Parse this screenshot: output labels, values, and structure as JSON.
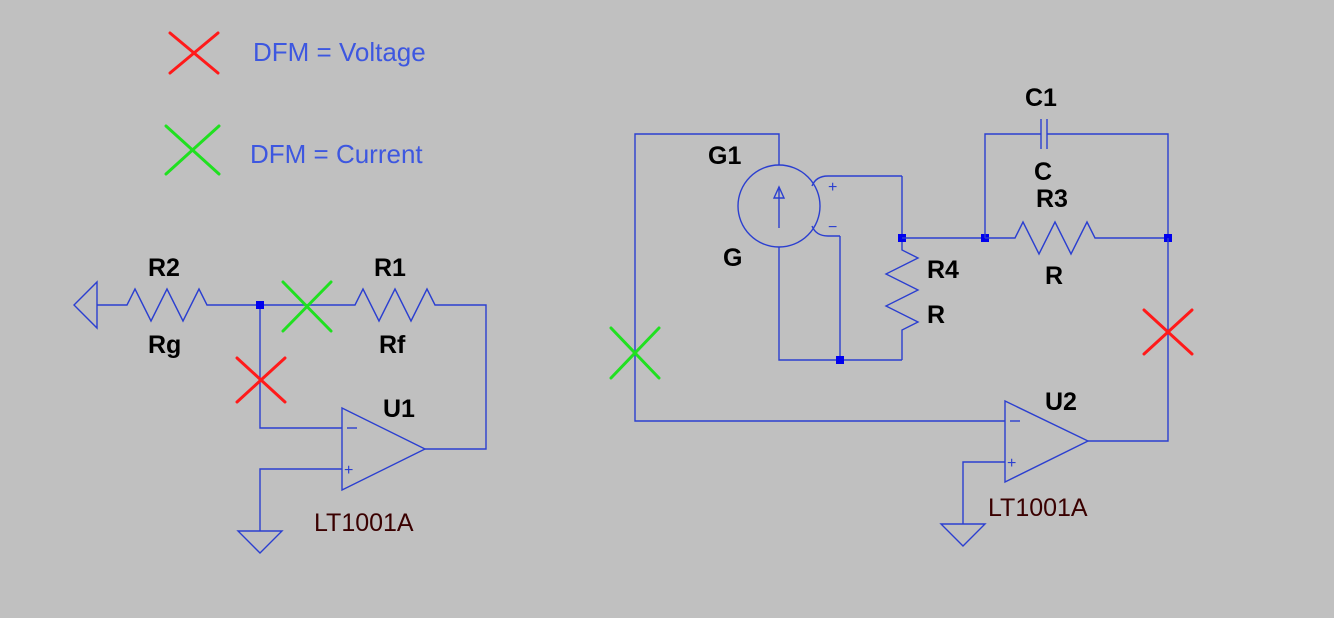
{
  "legend": {
    "voltage_label": "DFM = Voltage",
    "current_label": "DFM = Current",
    "voltage_color": "#ff1a1a",
    "current_color": "#20e020"
  },
  "left_circuit": {
    "r2": {
      "ref": "R2",
      "value": "Rg"
    },
    "r1": {
      "ref": "R1",
      "value": "Rf"
    },
    "opamp": {
      "ref": "U1",
      "part": "LT1001A"
    }
  },
  "right_circuit": {
    "g1": {
      "ref": "G1",
      "value": "G"
    },
    "r4": {
      "ref": "R4",
      "value": "R"
    },
    "r3": {
      "ref": "R3",
      "value": "R"
    },
    "c1": {
      "ref": "C1",
      "value": "C"
    },
    "opamp": {
      "ref": "U2",
      "part": "LT1001A"
    }
  },
  "pin_labels": {
    "plus": "+",
    "minus": "−"
  },
  "wire_color": "#2b3fd0",
  "background_color": "#c0c0c0"
}
